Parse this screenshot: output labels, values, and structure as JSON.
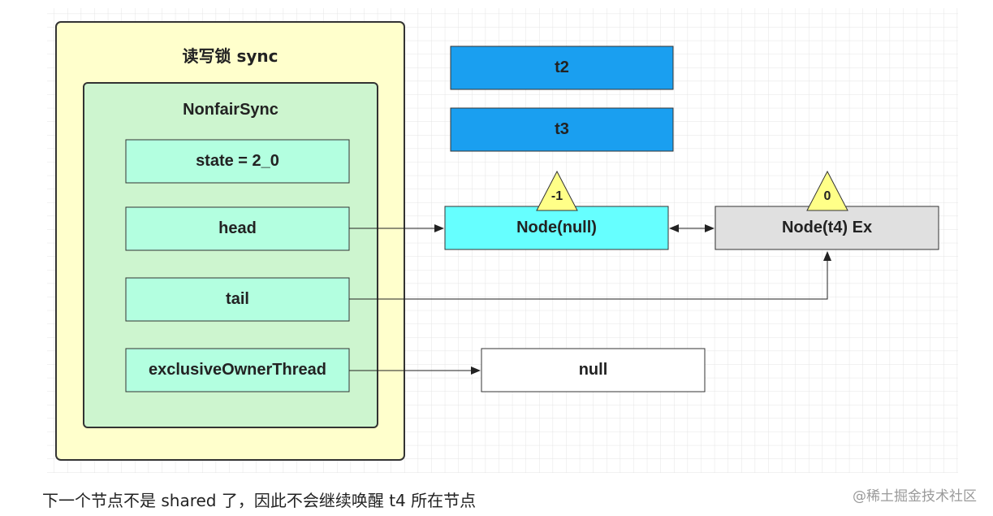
{
  "diagram": {
    "outer_title": "读写锁 sync",
    "inner_title": "NonfairSync",
    "fields": {
      "state": "state = 2_0",
      "head": "head",
      "tail": "tail",
      "owner": "exclusiveOwnerThread"
    },
    "queue": {
      "t2": "t2",
      "t3": "t3"
    },
    "nodes": {
      "head_node": "Node(null)",
      "head_node_waitstatus": "-1",
      "tail_node": "Node(t4) Ex",
      "tail_node_waitstatus": "0"
    },
    "null_box": "null"
  },
  "caption": "下一个节点不是 shared 了，因此不会继续唤醒 t4 所在节点",
  "watermark": "@稀土掘金技术社区",
  "colors": {
    "outer_fill": "#ffffcc",
    "inner_fill": "#cdf5cf",
    "field_fill": "#b3ffe0",
    "queue_fill": "#1a9ff0",
    "head_node_fill": "#66ffff",
    "tail_node_fill": "#e0e0e0",
    "triangle_fill": "#ffff88"
  }
}
